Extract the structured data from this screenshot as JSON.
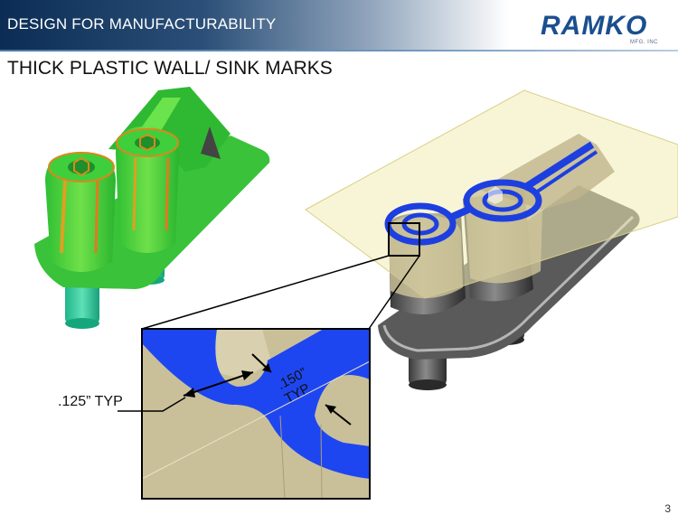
{
  "header": {
    "title": "DESIGN FOR MANUFACTURABILITY",
    "logo_text": "RAMKO",
    "logo_sub": "MFG. INC"
  },
  "slide": {
    "title": "THICK PLASTIC WALL/ SINK MARKS",
    "page_number": "3"
  },
  "annotations": {
    "wall_thickness": ".125” TYP",
    "rib_thickness_line1": ".150”",
    "rib_thickness_line2": "TYP"
  }
}
